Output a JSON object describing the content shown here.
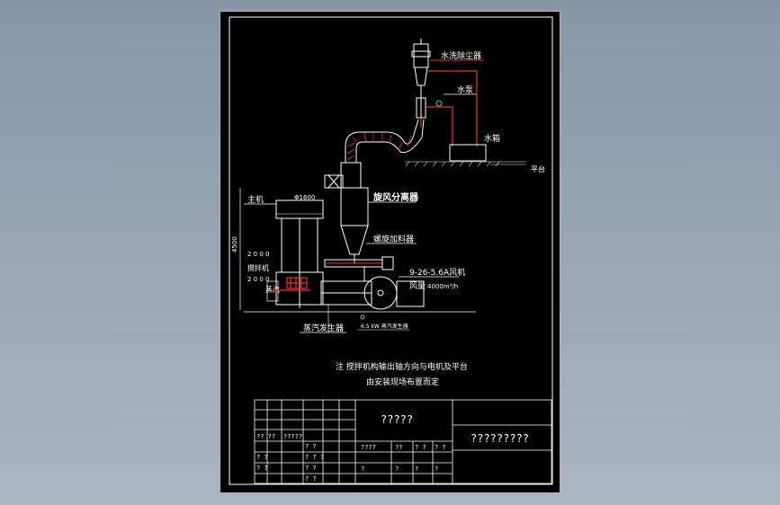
{
  "labels": {
    "water_dust_collector": "水洗除尘器",
    "water_pump": "水泵",
    "water_tank": "水箱",
    "platform": "平台",
    "main_unit": "主机",
    "diameter": "Φ1600",
    "cyclone": "旋风分离器",
    "screw_feeder": "螺旋加料器",
    "fan_model": "9-26-5.6A风机",
    "air_volume": "风量",
    "air_volume_value": "4000m³/h",
    "height": "4500",
    "steam_generator": "蒸汽发生器",
    "left_label_1": "2 0 0 0",
    "left_label_2": "搅拌机",
    "left_label_3": "2 0 0 0",
    "left_label_4": "蒸汽",
    "bottom_label": "6.5 kW 蒸汽发生器"
  },
  "notes": {
    "line1": "注 搅拌机构输出轴方向与电机及平台",
    "line2": "由安装现场布置而定"
  },
  "title_block": {
    "drawing_name": "?????",
    "company": "?????????",
    "left_cells": [
      "?? ??",
      "?????",
      "? ?",
      "? ? ?",
      "? ?",
      "? ?",
      "? ?",
      "? ?"
    ],
    "right_cells": [
      "????",
      "??",
      "? ?",
      "? ?",
      "?",
      "?",
      "?",
      "?"
    ]
  }
}
